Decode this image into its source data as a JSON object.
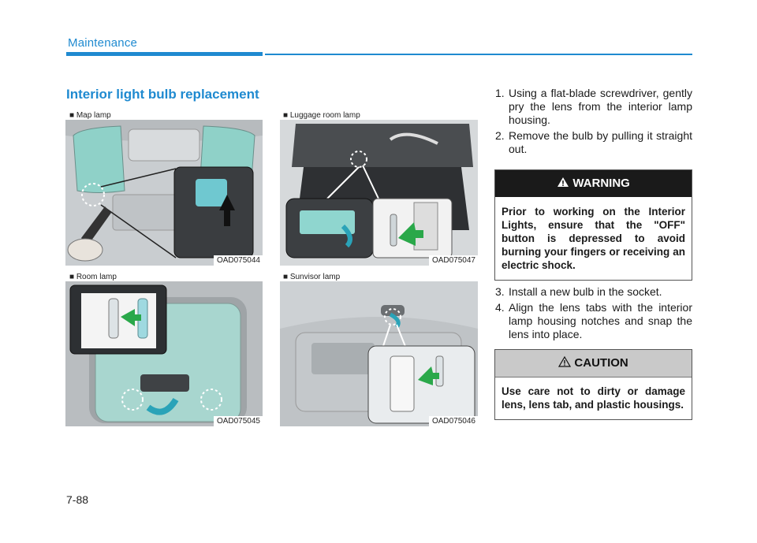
{
  "header": {
    "section": "Maintenance",
    "accent_color": "#1f8ad0"
  },
  "title": "Interior light bulb replacement",
  "figures": [
    {
      "caption": "■ Map lamp",
      "code": "OAD075044"
    },
    {
      "caption": "■ Luggage room lamp",
      "code": "OAD075047"
    },
    {
      "caption": "■ Room lamp",
      "code": "OAD075045"
    },
    {
      "caption": "■ Sunvisor lamp",
      "code": "OAD075046"
    }
  ],
  "steps_before": [
    {
      "num": "1.",
      "text": "Using a flat-blade screwdriver, gently pry the lens from the interior lamp housing."
    },
    {
      "num": "2.",
      "text": "Remove the bulb by pulling it straight out."
    }
  ],
  "warning": {
    "icon": "warning-triangle-icon",
    "heading": "WARNING",
    "text": "Prior to working on the Interior Lights, ensure that the \"OFF\" button is depressed to avoid burning your fingers or receiving an electric shock."
  },
  "steps_after": [
    {
      "num": "3.",
      "text": "Install a new bulb in the socket."
    },
    {
      "num": "4.",
      "text": "Align the lens tabs with the interior lamp housing notches and snap the lens into place."
    }
  ],
  "caution": {
    "icon": "caution-triangle-icon",
    "heading": "CAUTION",
    "text": "Use care not to dirty or damage lens, lens tab, and plastic housings."
  },
  "page_number": "7-88"
}
